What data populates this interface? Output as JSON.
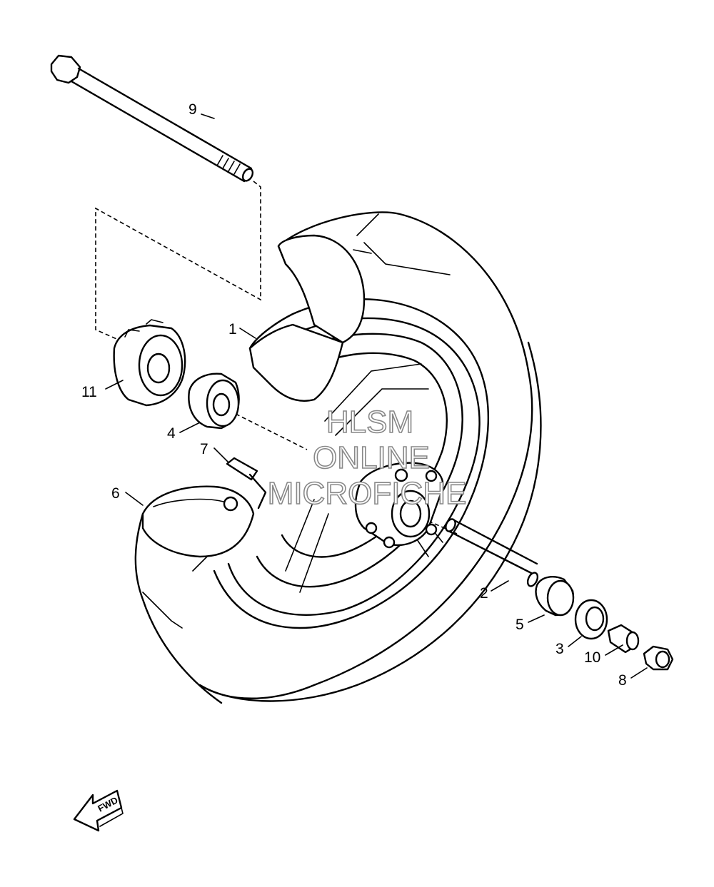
{
  "watermark": {
    "line1": "HLSM",
    "line2": "ONLINE",
    "line3": "MICROFICHE"
  },
  "direction_arrow": {
    "label": "FWD",
    "icon": "forward-arrow-icon"
  },
  "callouts": [
    {
      "id": "1",
      "label": "1",
      "part": "wheel-rim"
    },
    {
      "id": "2",
      "label": "2",
      "part": "axle-spacer"
    },
    {
      "id": "3",
      "label": "3",
      "part": "bearing"
    },
    {
      "id": "4",
      "label": "4",
      "part": "bearing"
    },
    {
      "id": "5",
      "label": "5",
      "part": "spacer"
    },
    {
      "id": "6",
      "label": "6",
      "part": "tire"
    },
    {
      "id": "7",
      "label": "7",
      "part": "valve-stem"
    },
    {
      "id": "8",
      "label": "8",
      "part": "axle-nut"
    },
    {
      "id": "9",
      "label": "9",
      "part": "axle-shaft"
    },
    {
      "id": "10",
      "label": "10",
      "part": "collar"
    },
    {
      "id": "11",
      "label": "11",
      "part": "speedometer-gear-unit"
    }
  ]
}
